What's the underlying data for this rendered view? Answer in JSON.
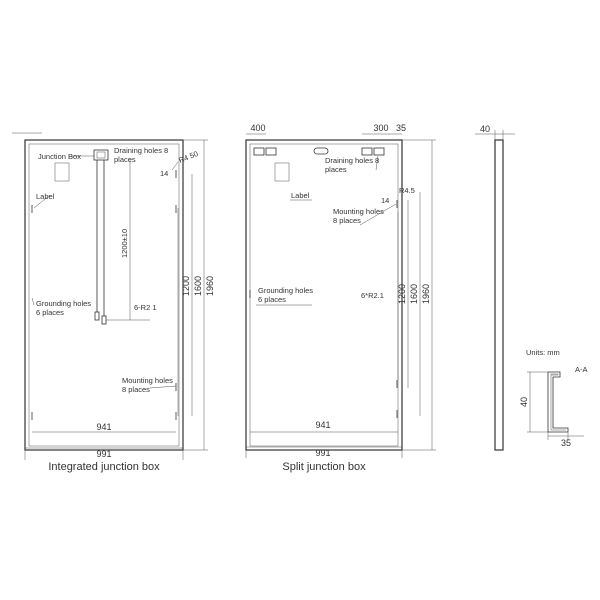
{
  "integrated": {
    "caption": "Integrated junction box",
    "junction_box": "Junction Box",
    "draining_l1": "Draining holes 8",
    "draining_l2": "places",
    "r4": "R4 50",
    "d14": "14",
    "label": "Label",
    "cable_len": "1200±10",
    "d1200": "1200",
    "d1600": "1600",
    "d1960": "1960",
    "grounding_l1": "Grounding holes",
    "grounding_l2": "6 places",
    "r21": "6-R2 1",
    "mounting_l1": "Mounting holes",
    "mounting_l2": "8 places",
    "d941": "941",
    "d991": "991"
  },
  "split": {
    "caption": "Split junction box",
    "d400": "400",
    "d300": "300",
    "d35": "35",
    "draining_l1": "Draining holes 8",
    "draining_l2": "places",
    "label": "Label",
    "r45": "R4.5",
    "d14": "14",
    "mounting_l1": "Mounting holes",
    "mounting_l2": "8 places",
    "grounding_l1": "Grounding holes",
    "grounding_l2": "6 places",
    "r21": "6*R2.1",
    "d1200": "1200",
    "d1600": "1600",
    "d1960": "1960",
    "d941": "941",
    "d991": "991"
  },
  "side": {
    "d40": "40"
  },
  "section": {
    "units": "Units: mm",
    "title": "A-A",
    "d40": "40",
    "d35": "35"
  }
}
